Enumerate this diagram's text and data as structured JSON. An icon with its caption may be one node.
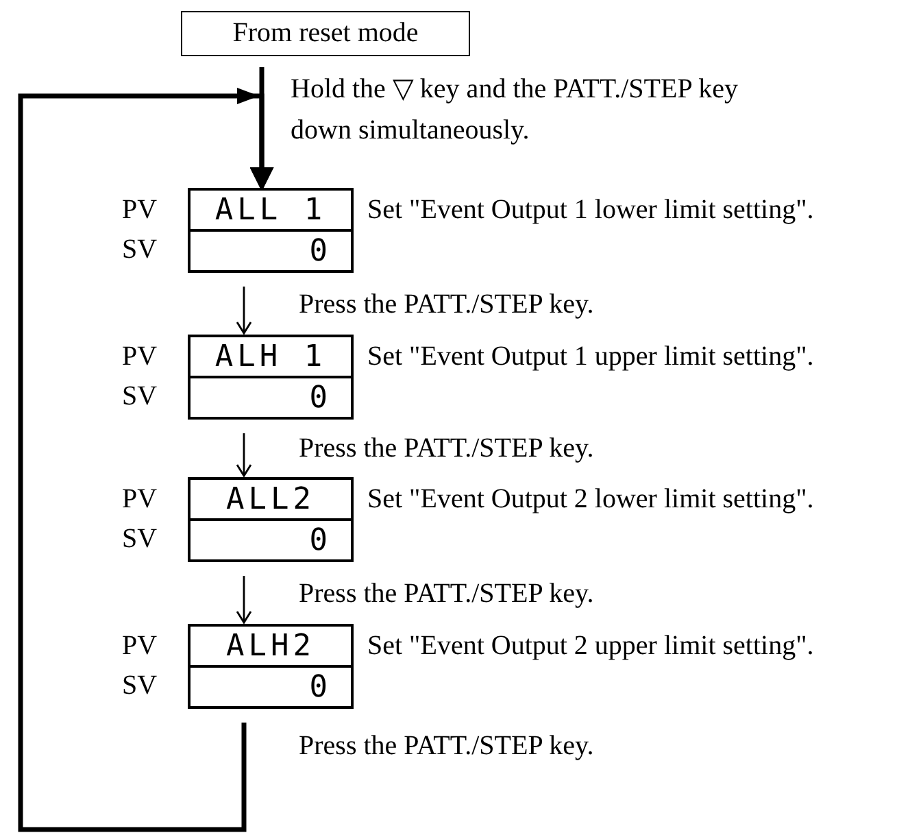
{
  "diagram": {
    "nodes": [
      {
        "text": [
          "From reset mode"
        ]
      },
      {
        "text": [
          "ALL 1",
          "0"
        ],
        "beside": [
          "PV",
          "SV",
          "Set \"Event Output 1 lower limit setting\"."
        ]
      },
      {
        "text": [
          "ALH 1",
          "0"
        ],
        "beside": [
          "PV",
          "SV",
          "Set \"Event Output 1 upper limit setting\"."
        ]
      },
      {
        "text": [
          "ALL2",
          "0"
        ],
        "beside": [
          "PV",
          "SV",
          "Set \"Event Output 2 lower limit setting\"."
        ]
      },
      {
        "text": [
          "ALH2",
          "0"
        ],
        "beside": [
          "PV",
          "SV",
          "Set \"Event Output 2 upper limit setting\"."
        ]
      }
    ],
    "edges": [
      {
        "from": 0,
        "to": 1,
        "arrow": "to",
        "style": "thick",
        "label": "Hold the ▽ key and the PATT./STEP key down simultaneously."
      },
      {
        "from": 1,
        "to": 2,
        "arrow": "to",
        "label": "Press the PATT./STEP key."
      },
      {
        "from": 2,
        "to": 3,
        "arrow": "to",
        "label": "Press the PATT./STEP key."
      },
      {
        "from": 3,
        "to": 4,
        "arrow": "to",
        "label": "Press the PATT./STEP key."
      },
      {
        "from": 4,
        "to": 1,
        "arrow": "to",
        "style": "thick",
        "label": "Press the PATT./STEP key."
      }
    ]
  }
}
